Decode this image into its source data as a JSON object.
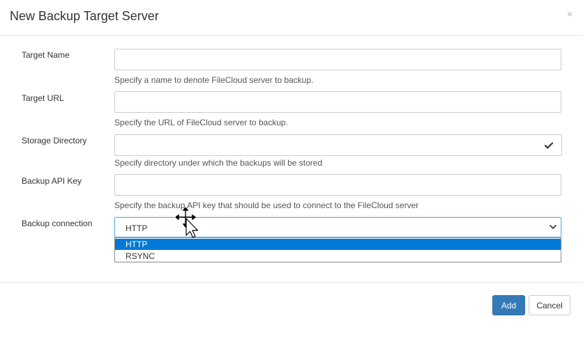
{
  "dialog": {
    "title": "New Backup Target Server",
    "close_glyph": "×"
  },
  "fields": {
    "target_name": {
      "label": "Target Name",
      "value": "",
      "help": "Specify a name to denote FileCloud server to backup."
    },
    "target_url": {
      "label": "Target URL",
      "value": "",
      "help": "Specify the URL of FileCloud server to backup."
    },
    "storage_directory": {
      "label": "Storage Directory",
      "value": "",
      "help": "Specify directory under which the backups will be stored",
      "button_icon": "check-icon"
    },
    "backup_api_key": {
      "label": "Backup API Key",
      "value": "",
      "help": "Specify the backup API key that should be used to connect to the FileCloud server"
    },
    "backup_connection": {
      "label": "Backup connection",
      "selected": "HTTP",
      "options": [
        "HTTP",
        "RSYNC"
      ],
      "highlighted": "HTTP"
    }
  },
  "footer": {
    "add_label": "Add",
    "cancel_label": "Cancel"
  },
  "colors": {
    "primary": "#337ab7",
    "highlight": "#0078d7",
    "focus_border": "#66afe9"
  },
  "cursor": {
    "icon": "move-arrow-cursor-icon"
  }
}
